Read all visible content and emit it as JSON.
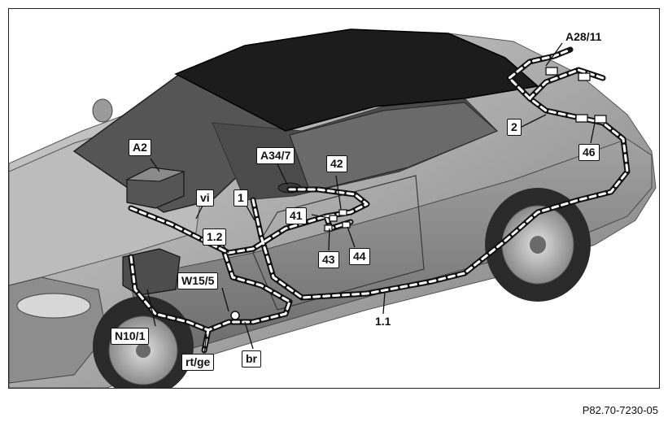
{
  "figure_code": "P82.70-7230-05",
  "labels": {
    "a28_11": "A28/11",
    "a2": "A2",
    "a34_7": "A34/7",
    "c42": "42",
    "c41": "41",
    "c43": "43",
    "c44": "44",
    "c46": "46",
    "c2": "2",
    "c1": "1",
    "c1_2": "1.2",
    "vi": "vi",
    "w15_5": "W15/5",
    "n10_1": "N10/1",
    "rt_ge": "rt/ge",
    "br": "br",
    "c1_1": "1.1"
  },
  "colors": {
    "roof": "#1c1c1c",
    "body_light": "#b9b9b9",
    "body_mid": "#9a9a9a",
    "body_dark": "#6e6e6e",
    "tire": "#2a2a2a",
    "rim": "#bdbdbd",
    "harness_outline": "#111111",
    "harness_dash": "#ffffff"
  }
}
